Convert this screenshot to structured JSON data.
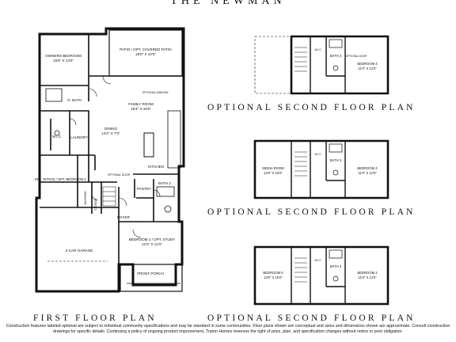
{
  "title": "THE NEWMAN",
  "first_floor": {
    "caption": "FIRST FLOOR PLAN",
    "rooms": {
      "owners_bedroom": "OWNERS BEDROOM",
      "owners_bedroom_size": "15'6\" X 13'0\"",
      "patio": "PATIO / OPT. COVERED PATIO",
      "patio_size": "18'0\" X 10'0\"",
      "owners_bath": "O. BATH",
      "wic": "W.I.C.",
      "laundry": "LAUNDRY",
      "family_room": "FAMILY ROOM",
      "family_room_size": "15'4\" X 16'0\"",
      "dining": "DINING",
      "dining_size": "14'4\" X 7'0\"",
      "kitchen": "KITCHEN",
      "pantry": "PANTRY",
      "bath2": "BATH 2",
      "office": "OPT. OFFICE / OPT. BEDROOM 3",
      "garage": "2-CAR GARAGE",
      "foyer": "FOYER",
      "bedroom2": "BEDROOM 2 / OPT. STUDY",
      "bedroom2_size": "11'0\" X 11'0\"",
      "front_porch": "FRONT PORCH",
      "opt_door": "OPTIONAL DOOR",
      "opt_window": "OPTIONAL WINDOW",
      "storage": "STORAGE",
      "mudroom": "MUDROOM"
    }
  },
  "second_floor_a": {
    "caption": "OPTIONAL SECOND FLOOR PLAN",
    "bath": "BATH 3",
    "bedroom": "BEDROOM 4",
    "bedroom_size": "11'0\" X 12'0\"",
    "wic": "W.I.C.",
    "opt_door": "OPTIONAL DOOR"
  },
  "second_floor_b": {
    "caption": "OPTIONAL SECOND FLOOR PLAN",
    "media": "MEDIA ROOM",
    "media_size": "13'0\" X 15'0\"",
    "bath": "BATH 3",
    "bedroom": "BEDROOM 4",
    "bedroom_size": "11'0\" X 12'0\"",
    "wic": "W.I.C."
  },
  "second_floor_c": {
    "caption": "OPTIONAL SECOND FLOOR PLAN",
    "bedroom5": "BEDROOM 5",
    "bedroom5_size": "13'0\" X 15'0\"",
    "bath": "BATH 3",
    "bedroom4": "BEDROOM 4",
    "bedroom4_size": "11'0\" X 12'0\"",
    "wic": "W.I.C."
  },
  "disclaimer": "Construction features labeled optional are subject to individual community specifications and may be standard in some communities. Floor plans shown are conceptual and sizes and dimensions shown are approximate. Consult construction drawings for specific details. Continuing a policy of ongoing product improvement, Traton Homes reserves the right of price, plan, and specification changes without notice or prior obligation."
}
